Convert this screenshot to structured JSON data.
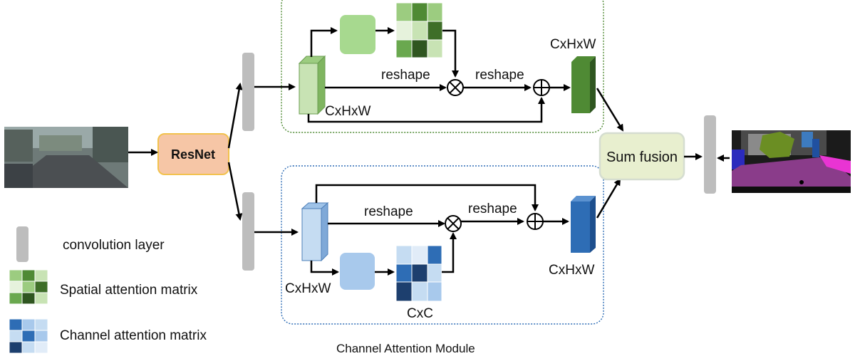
{
  "backbone": {
    "label": "ResNet"
  },
  "fusion": {
    "label": "Sum fusion"
  },
  "position_branch": {
    "reshape_1": "reshape",
    "reshape_2": "reshape",
    "input_dim": "CxHxW",
    "output_dim": "CxHxW"
  },
  "channel_branch": {
    "reshape_1": "reshape",
    "reshape_2": "reshape",
    "input_dim": "CxHxW",
    "attention_dim": "CxC",
    "output_dim": "CxHxW",
    "caption": "Channel Attention Module"
  },
  "legend": {
    "conv": "convolution layer",
    "spatial": "Spatial attention matrix",
    "channel": "Channel attention matrix"
  },
  "colors": {
    "resnet_fill": "#f6c6a6",
    "resnet_border": "#f2c24e",
    "fusion_fill": "#e8efcf",
    "green_dark": "#4f8a34",
    "green_light": "#c8e3b4",
    "blue_dark": "#2e6db5",
    "blue_light": "#c5dcf2",
    "conv_gray": "#bdbdbd"
  }
}
